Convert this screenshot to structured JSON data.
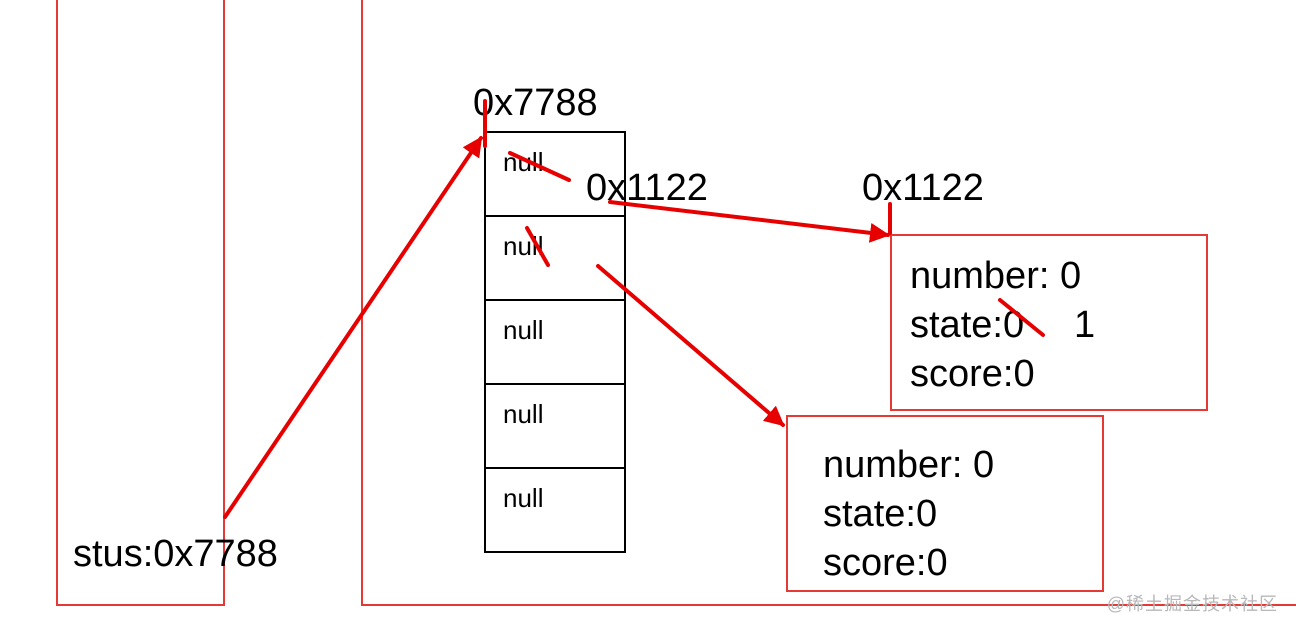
{
  "stack": {
    "variable": "stus:0x7788"
  },
  "heap": {
    "array": {
      "address": "0x7788",
      "cells": [
        "null",
        "null",
        "null",
        "null",
        "null"
      ],
      "cell0_reference": "0x1122"
    },
    "object_a": {
      "address": "0x1122",
      "fields": {
        "number": "number: 0",
        "state": "state:0",
        "state_new": "1",
        "score": "score:0"
      }
    },
    "object_b": {
      "fields": {
        "number": "number: 0",
        "state": "state:0",
        "score": "score:0"
      }
    }
  },
  "colors": {
    "frame": "#e53935",
    "arrow": "#e60000",
    "box": "#000000"
  },
  "watermark": "@稀土掘金技术社区"
}
